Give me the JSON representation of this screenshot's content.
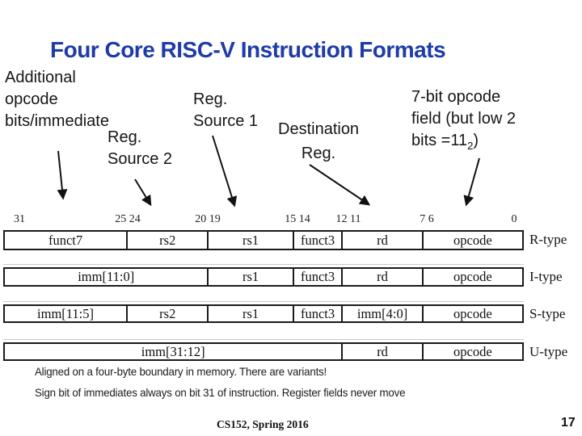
{
  "title": "Four Core RISC-V Instruction Formats",
  "annotations": {
    "additional_opcode": "Additional\nopcode\nbits/immediate",
    "reg_source_2": "Reg.\nSource 2",
    "reg_source_1": "Reg.\nSource 1",
    "destination_reg": "Destination\nReg.",
    "opcode_field": {
      "line1": "7-bit opcode",
      "line2": "field (but low 2",
      "line3_pre": "bits =11",
      "line3_sub": "2",
      "line3_post": ")"
    }
  },
  "bit_labels": [
    "31",
    "25 24",
    "20 19",
    "15 14",
    "12 11",
    "7 6",
    "0"
  ],
  "formats": [
    {
      "label": "R-type",
      "fields": [
        "funct7",
        "rs2",
        "rs1",
        "funct3",
        "rd",
        "opcode"
      ]
    },
    {
      "label": "I-type",
      "fields": [
        "imm[11:0]",
        "rs1",
        "funct3",
        "rd",
        "opcode"
      ]
    },
    {
      "label": "S-type",
      "fields": [
        "imm[11:5]",
        "rs2",
        "rs1",
        "funct3",
        "imm[4:0]",
        "opcode"
      ]
    },
    {
      "label": "U-type",
      "fields": [
        "imm[31:12]",
        "rd",
        "opcode"
      ]
    }
  ],
  "notes": [
    "Aligned on a four-byte boundary in memory. There are variants!",
    "Sign bit of immediates always on bit 31 of instruction. Register fields never move"
  ],
  "footer": {
    "course": "CS152, Spring 2016",
    "page": "17"
  },
  "colors": {
    "title_blue": "#1e3ba8",
    "text": "#1a1a1a",
    "table_border": "#1a1a1a",
    "background": "#ffffff"
  }
}
